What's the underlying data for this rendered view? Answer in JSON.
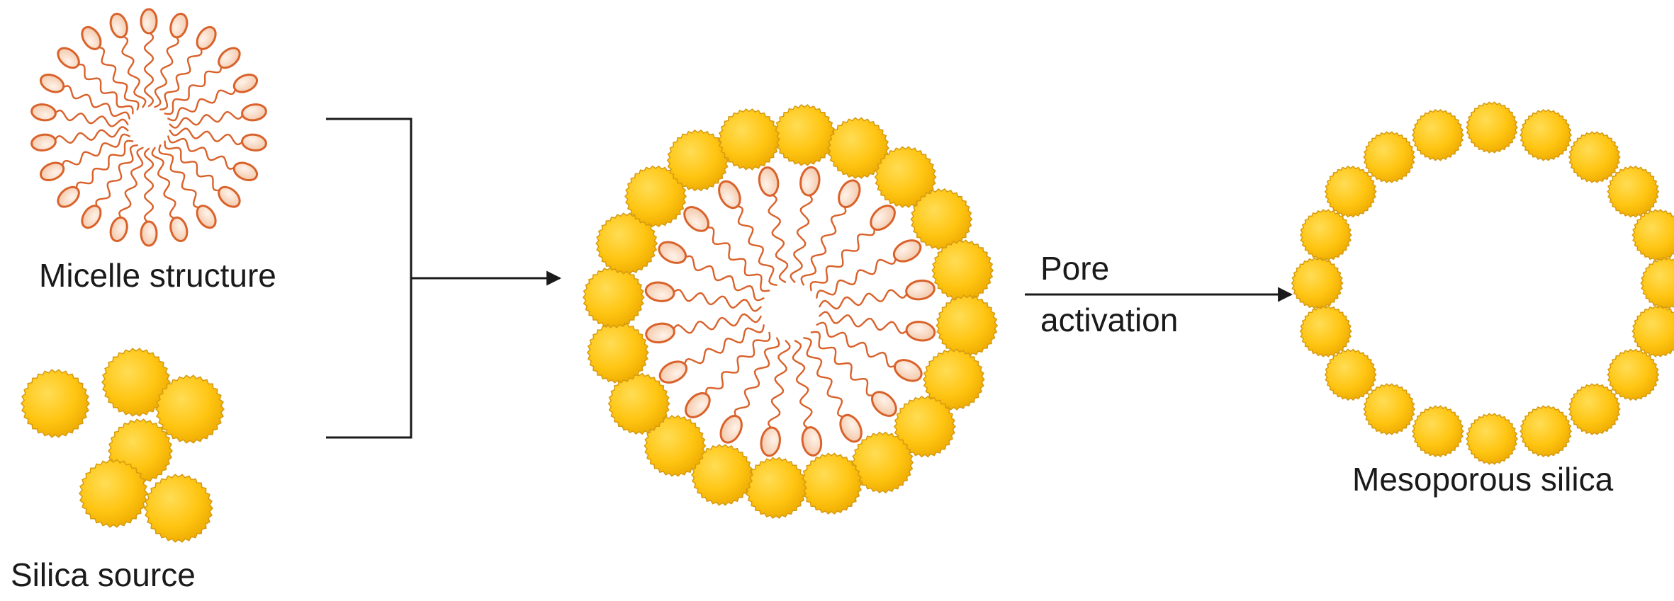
{
  "labels": {
    "micelle": "Micelle structure",
    "silica_source": "Silica source",
    "pore_line1": "Pore",
    "pore_line2": "activation",
    "mesoporous": "Mesoporous silica"
  },
  "colors": {
    "surfactant": "#D9622B",
    "surfactant_head_fill": "#F7D9C8",
    "silica_light": "#FFD23A",
    "silica_dark": "#E8A800",
    "silica_edge": "#D69A10",
    "line": "#1a1a1a"
  },
  "counts": {
    "micelle_heads": 22,
    "template_heads": 20,
    "template_particles": 20,
    "mesoporous_particles": 20,
    "silica_source_particles": 6
  }
}
